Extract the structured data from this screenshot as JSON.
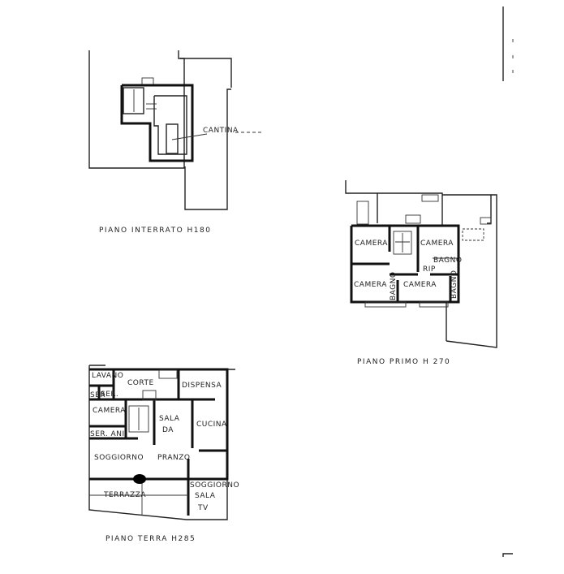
{
  "plans": {
    "basement": {
      "caption": "PIANO INTERRATO H180",
      "rooms": [
        "CANTINA"
      ]
    },
    "first": {
      "caption": "PIANO PRIMO H 270",
      "rooms": [
        "CAMERA",
        "CAMERA",
        "BAGNO",
        "RIP",
        "CAMERA",
        "CAMERA",
        "BAGNO",
        "BAGNO"
      ]
    },
    "ground": {
      "caption": "PIANO TERRA H285",
      "rooms": [
        "LAVANO",
        "SER",
        "SER.",
        "CORTE",
        "DISPENSA",
        "CAMERA",
        "SALA",
        "DA",
        "CUCINA",
        "SER. ANI",
        "SOGGIORNO",
        "PRANZO",
        "SOGGIORNO",
        "SALA",
        "TV",
        "TERRAZZA"
      ]
    }
  }
}
